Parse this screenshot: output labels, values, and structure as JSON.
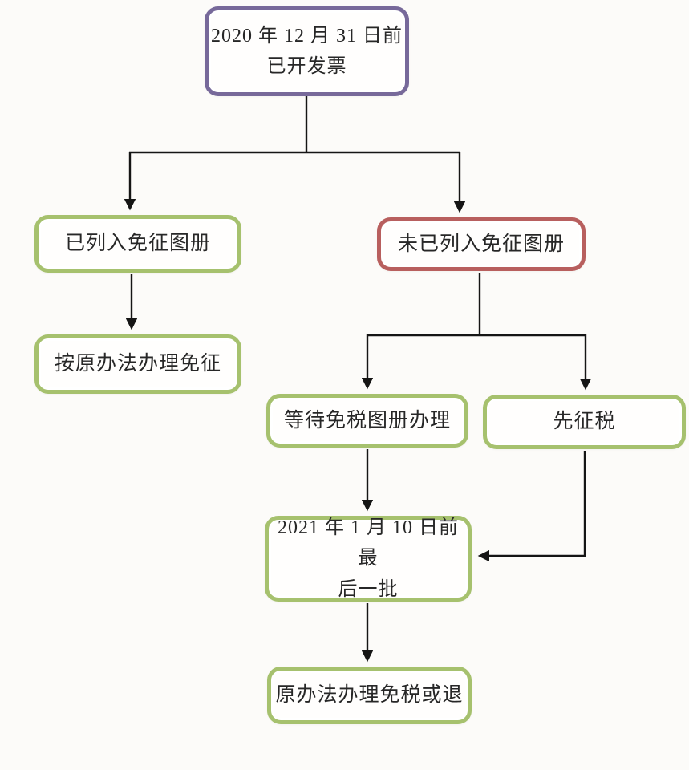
{
  "diagram": {
    "type": "flowchart",
    "background_color": "#fcfbf9",
    "connector_color": "#151515",
    "border_colors": {
      "purple": "#77699a",
      "green": "#a6c16e",
      "red": "#b85f5e"
    },
    "nodes": {
      "invoiced": {
        "label": "2020 年 12 月 31 日前\n已开发票",
        "border_color": "#77699a"
      },
      "listed": {
        "label": "已列入免征图册",
        "border_color": "#a6c16e"
      },
      "not_listed": {
        "label": "未已列入免征图册",
        "border_color": "#b85f5e"
      },
      "old_method_exemption": {
        "label": "按原办法办理免征",
        "border_color": "#a6c16e"
      },
      "wait_catalog": {
        "label": "等待免税图册办理",
        "border_color": "#a6c16e"
      },
      "tax_first": {
        "label": "先征税",
        "border_color": "#a6c16e"
      },
      "last_batch": {
        "label": "2021 年 1 月 10 日前最\n后一批",
        "border_color": "#a6c16e"
      },
      "final": {
        "label": "原办法办理免税或退",
        "border_color": "#a6c16e"
      }
    },
    "edges": [
      {
        "from": "invoiced",
        "to": "listed"
      },
      {
        "from": "invoiced",
        "to": "not_listed"
      },
      {
        "from": "listed",
        "to": "old_method_exemption"
      },
      {
        "from": "not_listed",
        "to": "wait_catalog"
      },
      {
        "from": "not_listed",
        "to": "tax_first"
      },
      {
        "from": "wait_catalog",
        "to": "last_batch"
      },
      {
        "from": "tax_first",
        "to": "last_batch"
      },
      {
        "from": "last_batch",
        "to": "final"
      }
    ]
  }
}
